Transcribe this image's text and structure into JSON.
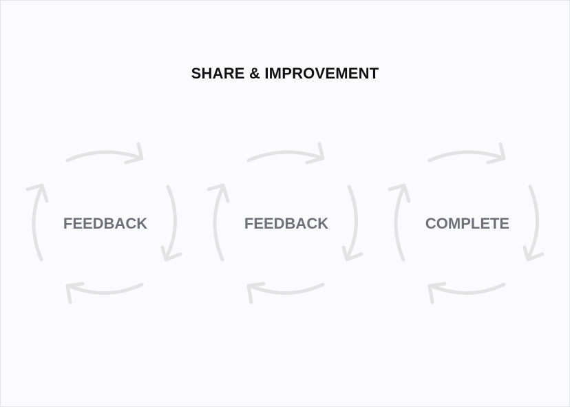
{
  "title": "SHARE & IMPROVEMENT",
  "cycles": [
    {
      "label": "FEEDBACK",
      "icon": "cycle-arrows-icon"
    },
    {
      "label": "FEEDBACK",
      "icon": "cycle-arrows-icon"
    },
    {
      "label": "COMPLETE",
      "icon": "cycle-arrows-icon"
    }
  ],
  "colors": {
    "arrow": "#e3e3e3",
    "label": "#6f7178",
    "title": "#111111",
    "background": "#fbfbfd"
  }
}
